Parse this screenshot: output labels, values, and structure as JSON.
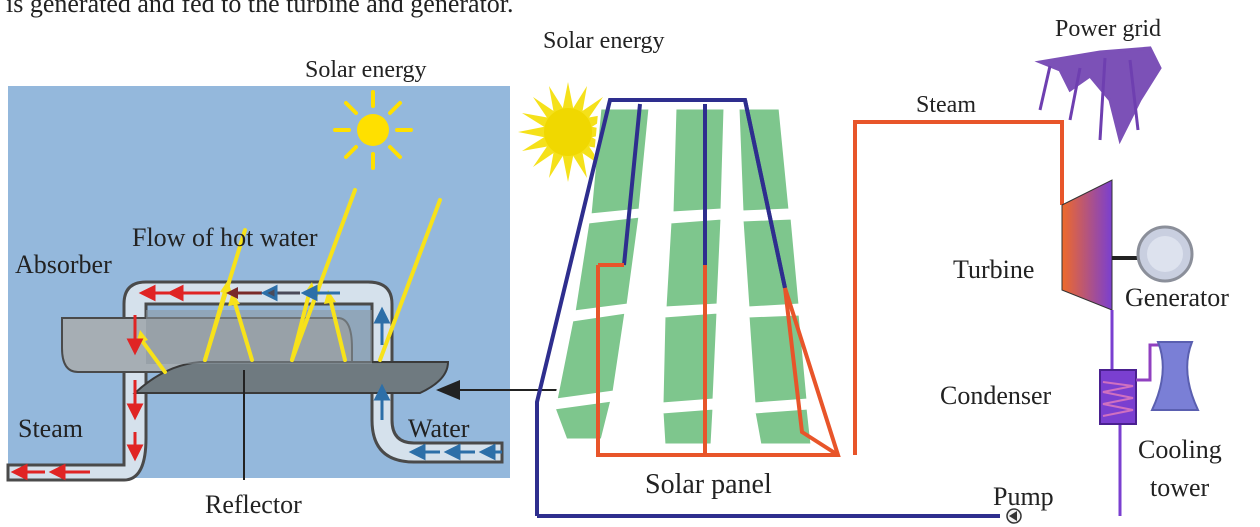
{
  "caption_fragment": "is generated and fed to the turbine and generator.",
  "left_panel": {
    "solar_energy": "Solar energy",
    "flow_label": "Flow of hot water",
    "absorber": "Absorber",
    "steam": "Steam",
    "water": "Water",
    "reflector": "Reflector"
  },
  "right_panel": {
    "solar_energy": "Solar energy",
    "power_grid": "Power grid",
    "steam": "Steam",
    "turbine": "Turbine",
    "generator": "Generator",
    "condenser": "Condenser",
    "cooling_tower_line1": "Cooling",
    "cooling_tower_line2": "tower",
    "solar_panel": "Solar panel",
    "pump": "Pump"
  },
  "colors": {
    "sky": "#94b8dc",
    "pipe_fill": "#d5e1ec",
    "pipe_edge": "#4a4a4a",
    "hot_arrow": "#e02424",
    "cold_arrow": "#2d6fa8",
    "sun_ray": "#f7e21a",
    "panel_green": "#7ec68d",
    "steam_line": "#e8552a",
    "water_line": "#2e2e8e",
    "grid_purple": "#6e3fb0"
  }
}
